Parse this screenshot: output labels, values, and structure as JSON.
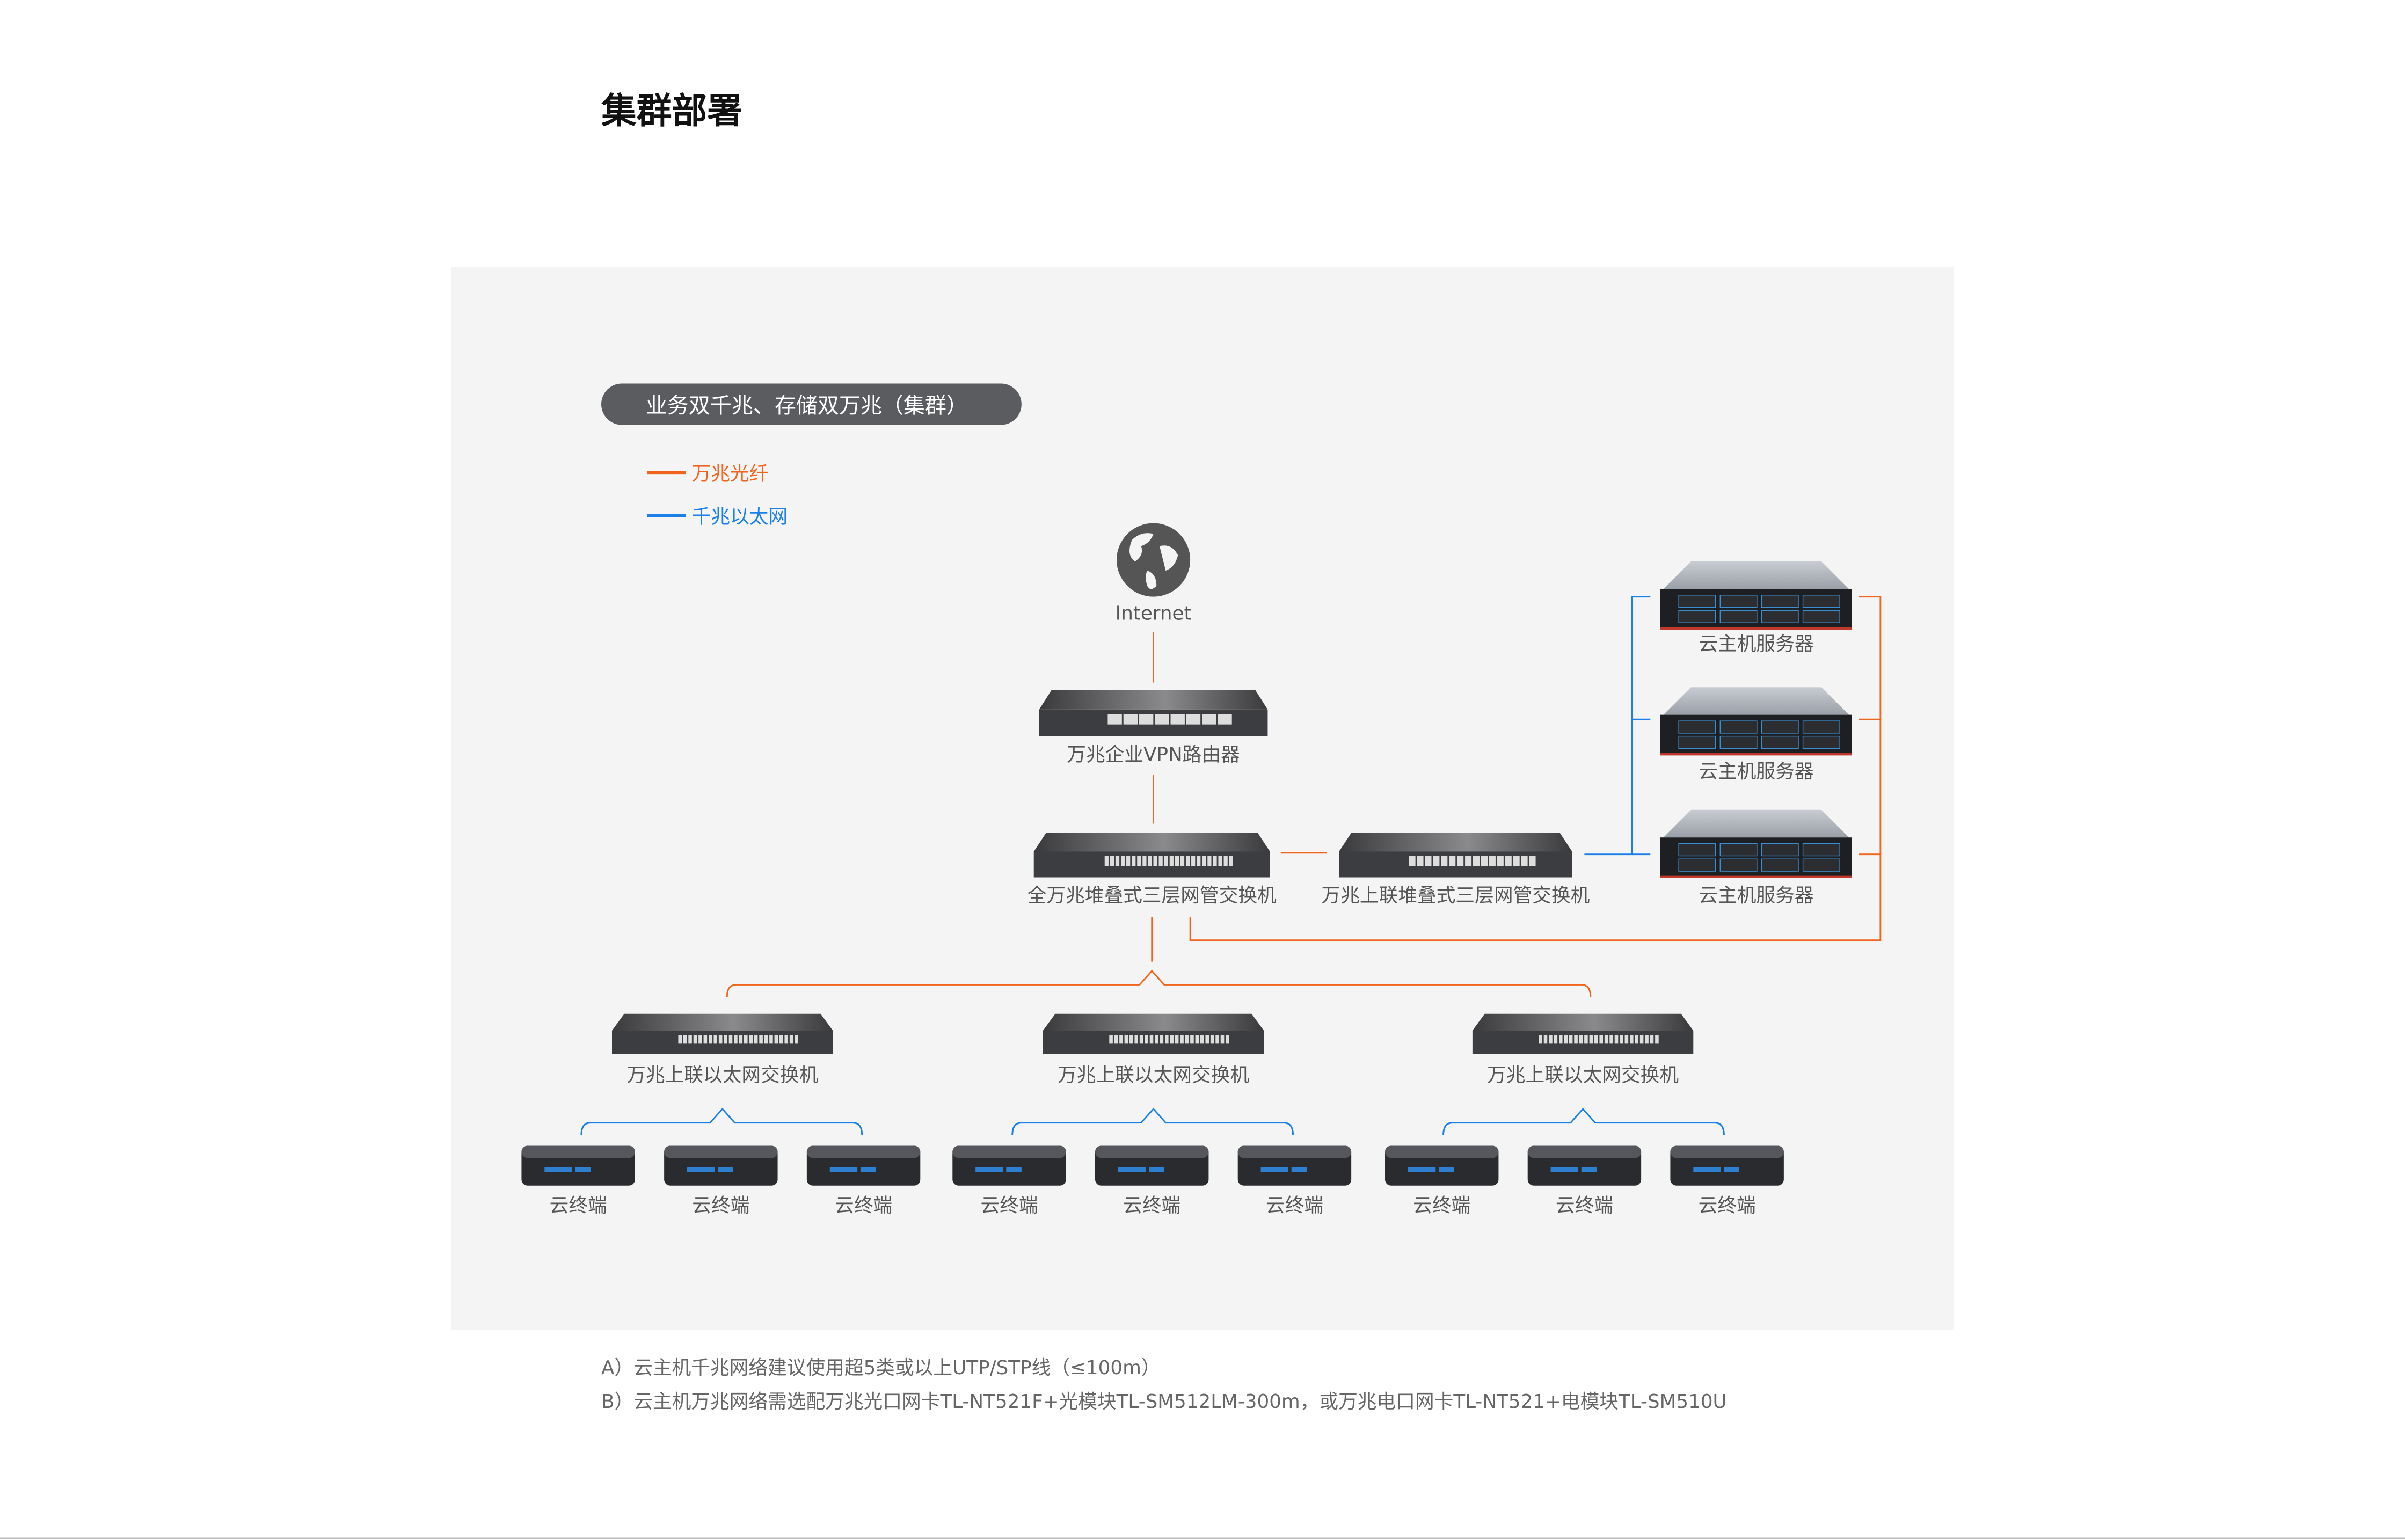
{
  "page_title": "集群部署",
  "scenario_badge": "业务双千兆、存储双万兆（集群）",
  "legend": [
    {
      "label": "万兆光纤",
      "color": "#f0641e"
    },
    {
      "label": "千兆以太网",
      "color": "#1a7fe6"
    }
  ],
  "internet": {
    "label": "Internet",
    "icon": "globe-icon"
  },
  "router": {
    "label": "万兆企业VPN路由器"
  },
  "core_switch": {
    "label": "全万兆堆叠式三层网管交换机"
  },
  "uplink_stack_switch": {
    "label": "万兆上联堆叠式三层网管交换机"
  },
  "servers": [
    {
      "label": "云主机服务器"
    },
    {
      "label": "云主机服务器"
    },
    {
      "label": "云主机服务器"
    }
  ],
  "access_switches": [
    {
      "label": "万兆上联以太网交换机"
    },
    {
      "label": "万兆上联以太网交换机"
    },
    {
      "label": "万兆上联以太网交换机"
    }
  ],
  "terminals": [
    {
      "label": "云终端"
    },
    {
      "label": "云终端"
    },
    {
      "label": "云终端"
    },
    {
      "label": "云终端"
    },
    {
      "label": "云终端"
    },
    {
      "label": "云终端"
    },
    {
      "label": "云终端"
    },
    {
      "label": "云终端"
    },
    {
      "label": "云终端"
    }
  ],
  "notes": [
    "A）云主机千兆网络建议使用超5类或以上UTP/STP线（≤100m）",
    "B）云主机万兆网络需选配万兆光口网卡TL-NT521F+光模块TL-SM512LM-300m，或万兆电口网卡TL-NT521+电模块TL-SM510U"
  ],
  "colors": {
    "fiber": "#f0641e",
    "ethernet": "#1a7fe6",
    "panel": "#f4f4f4",
    "badge": "#5b5c60"
  }
}
